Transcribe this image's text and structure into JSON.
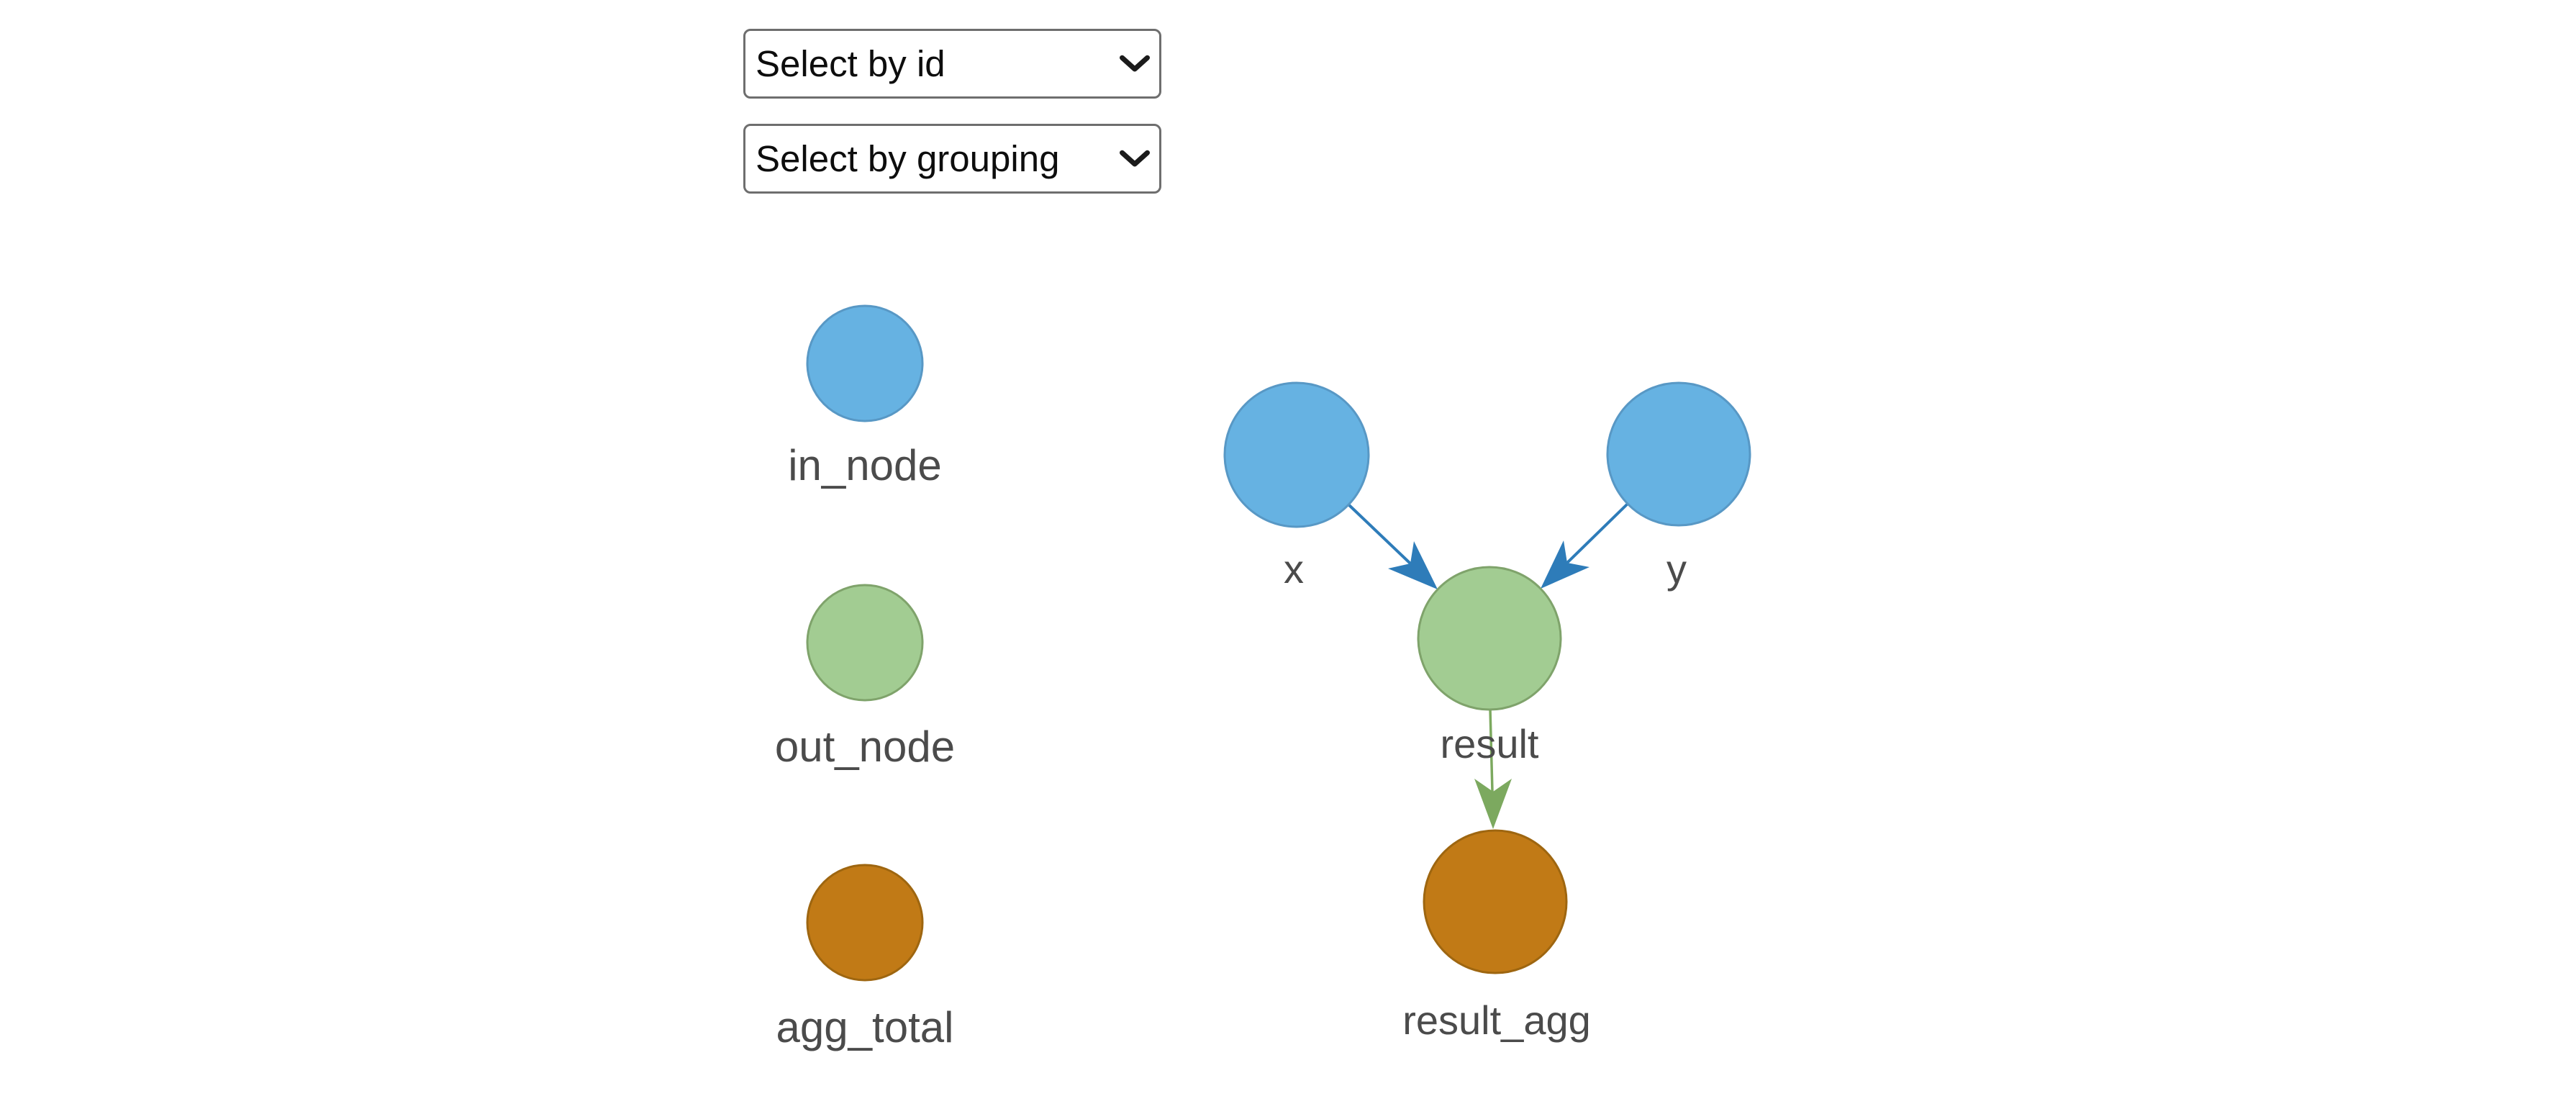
{
  "controls": {
    "select_by_id": {
      "value": "Select by id"
    },
    "select_by_grouping": {
      "value": "Select by grouping"
    }
  },
  "legend": {
    "items": [
      {
        "label": "in_node",
        "fill": "#66B2E2",
        "stroke": "#5898C5"
      },
      {
        "label": "out_node",
        "fill": "#A2CC92",
        "stroke": "#7FA36B"
      },
      {
        "label": "agg_total",
        "fill": "#C17A16",
        "stroke": "#9E6610"
      }
    ],
    "label_color": "#4B4B4B"
  },
  "graph": {
    "nodes": [
      {
        "id": "x",
        "label": "x",
        "group": "in_node"
      },
      {
        "id": "y",
        "label": "y",
        "group": "in_node"
      },
      {
        "id": "result",
        "label": "result",
        "group": "out_node"
      },
      {
        "id": "result_agg",
        "label": "result_agg",
        "group": "agg_total"
      }
    ],
    "edges": [
      {
        "from": "x",
        "to": "result",
        "color": "#2E7CB9"
      },
      {
        "from": "y",
        "to": "result",
        "color": "#2E7CB9"
      },
      {
        "from": "result",
        "to": "result_agg",
        "color": "#7CA95F"
      }
    ],
    "label_color": "#4B4B4B"
  }
}
